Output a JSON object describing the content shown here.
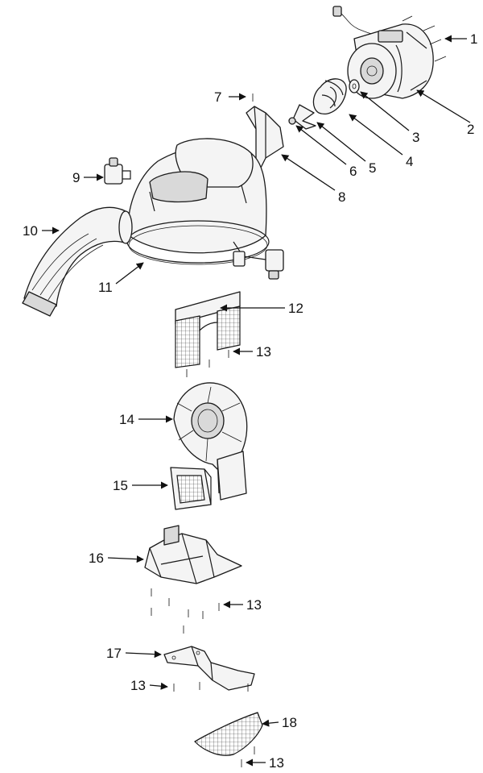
{
  "callouts": [
    {
      "id": "1",
      "label": "1"
    },
    {
      "id": "2",
      "label": "2"
    },
    {
      "id": "3",
      "label": "3"
    },
    {
      "id": "4",
      "label": "4"
    },
    {
      "id": "5",
      "label": "5"
    },
    {
      "id": "6",
      "label": "6"
    },
    {
      "id": "7",
      "label": "7"
    },
    {
      "id": "8",
      "label": "8"
    },
    {
      "id": "9",
      "label": "9"
    },
    {
      "id": "10",
      "label": "10"
    },
    {
      "id": "11",
      "label": "11"
    },
    {
      "id": "12",
      "label": "12"
    },
    {
      "id": "13a",
      "label": "13"
    },
    {
      "id": "14",
      "label": "14"
    },
    {
      "id": "15",
      "label": "15"
    },
    {
      "id": "16",
      "label": "16"
    },
    {
      "id": "13b",
      "label": "13"
    },
    {
      "id": "17",
      "label": "17"
    },
    {
      "id": "13c",
      "label": "13"
    },
    {
      "id": "18",
      "label": "18"
    },
    {
      "id": "13d",
      "label": "13"
    }
  ]
}
